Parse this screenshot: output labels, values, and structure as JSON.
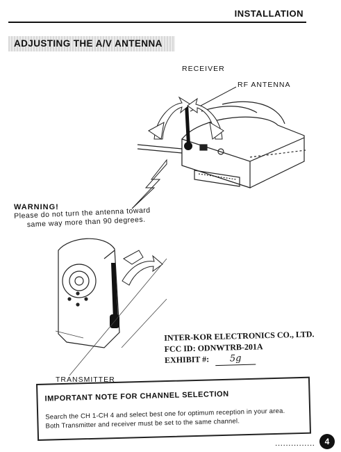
{
  "header": {
    "section_title": "INSTALLATION",
    "subsection_title": "ADJUSTING THE A/V ANTENNA"
  },
  "diagram": {
    "receiver_label": "RECEIVER",
    "rf_antenna_label": "RF ANTENNA",
    "transmitter_label": "TRANSMITTER"
  },
  "warning": {
    "heading": "WARNING!",
    "line1": "Please do not turn the antenna toward",
    "line2": "same way more than 90 degrees."
  },
  "fcc": {
    "company": "INTER-KOR ELECTRONICS CO., LTD.",
    "fcc_id": "FCC ID: ODNWTRB-201A",
    "exhibit_label": "EXHIBIT #:",
    "exhibit_value": "5g"
  },
  "note": {
    "title": "IMPORTANT NOTE FOR CHANNEL SELECTION",
    "line1": "Search the CH 1-CH 4 and select best one for optimum reception in your  area.",
    "line2": "Both Transmitter and receiver must be set to the same channel."
  },
  "footer": {
    "dots": "...............",
    "page_number": "4"
  }
}
